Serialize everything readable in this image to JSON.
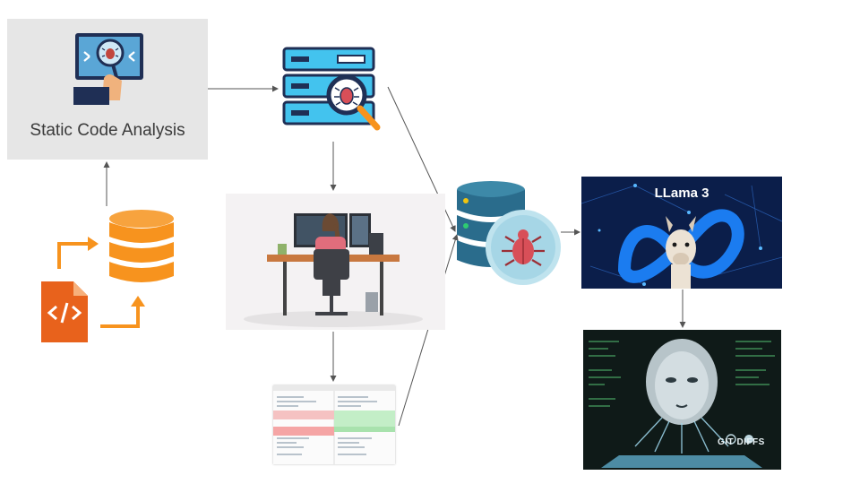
{
  "static_analysis": {
    "label": "Static Code Analysis"
  },
  "llama": {
    "title": "LLama 3"
  },
  "ai_diff": {
    "badge": "GIT DIFFS"
  },
  "colors": {
    "orange": "#f7931e",
    "orange_dark": "#e8621c",
    "navy": "#1f2f55",
    "server_blue": "#43c3ee",
    "db_teal": "#2a6c8c",
    "bug_red": "#d84f58",
    "arrow": "#555555"
  },
  "icons": [
    "source-code-file-icon",
    "database-icon",
    "bug-search-monitor-icon",
    "server-bug-icon",
    "developer-workstation-illustration",
    "code-diff-screenshot",
    "bug-database-icon",
    "llama-logo",
    "ai-head-illustration"
  ]
}
